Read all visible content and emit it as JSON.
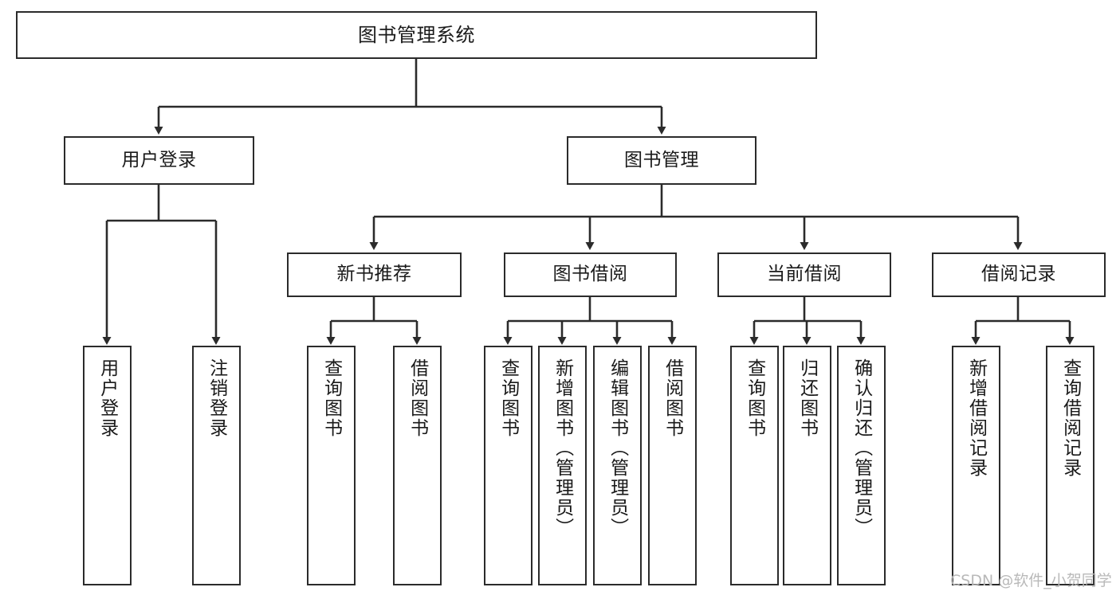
{
  "diagram": {
    "type": "tree-hierarchy-chart",
    "title": "图书管理系统",
    "stroke_color": "#2b2b2b",
    "fill_color": "#ffffff",
    "background": "#ffffff",
    "levels": 4,
    "nodes": {
      "root": {
        "label": "图书管理系统"
      },
      "level1": [
        {
          "id": "user-login",
          "label": "用户登录"
        },
        {
          "id": "book-management",
          "label": "图书管理"
        }
      ],
      "level2_user_login": [
        {
          "id": "login",
          "label": "用户登录"
        },
        {
          "id": "logout",
          "label": "注销登录"
        }
      ],
      "level2_book_management": [
        {
          "id": "new-book-recommend",
          "label": "新书推荐"
        },
        {
          "id": "book-borrow",
          "label": "图书借阅"
        },
        {
          "id": "current-borrow",
          "label": "当前借阅"
        },
        {
          "id": "borrow-record",
          "label": "借阅记录"
        }
      ],
      "level3_new_book_recommend": [
        {
          "id": "query-book-1",
          "label": "查询图书"
        },
        {
          "id": "borrow-book-1",
          "label": "借阅图书"
        }
      ],
      "level3_book_borrow": [
        {
          "id": "query-book-2",
          "label": "查询图书"
        },
        {
          "id": "add-book",
          "label": "新增图书（管理员）"
        },
        {
          "id": "edit-book",
          "label": "编辑图书（管理员）"
        },
        {
          "id": "borrow-book-2",
          "label": "借阅图书"
        }
      ],
      "level3_current_borrow": [
        {
          "id": "query-book-3",
          "label": "查询图书"
        },
        {
          "id": "return-book",
          "label": "归还图书"
        },
        {
          "id": "confirm-return",
          "label": "确认归还（管理员）"
        }
      ],
      "level3_borrow_record": [
        {
          "id": "add-borrow-record",
          "label": "新增借阅记录"
        },
        {
          "id": "query-borrow-record",
          "label": "查询借阅记录"
        }
      ]
    }
  },
  "watermark": {
    "text": "CSDN @软件_小贺同学"
  }
}
